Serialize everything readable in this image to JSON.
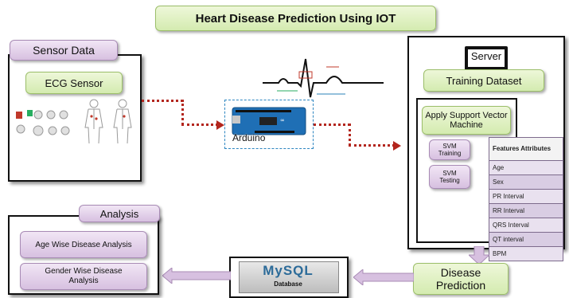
{
  "title": "Heart Disease Prediction Using IOT",
  "sensor": {
    "tab": "Sensor Data",
    "ecg": "ECG Sensor"
  },
  "arduino": {
    "label": "Arduino"
  },
  "server": {
    "label": "Server",
    "training_dataset": "Training Dataset",
    "svm": "Apply Support Vector Machine",
    "svm_training": "SVM Training",
    "svm_testing": "SVM Testing",
    "features_header": "Features Attributes",
    "features": [
      "Age",
      "Sex",
      "PR Interval",
      "RR Interval",
      "QRS Interval",
      "QT interval",
      "BPM"
    ]
  },
  "prediction": "Disease Prediction",
  "database": {
    "logo": "MySQL",
    "label": "Database"
  },
  "analysis": {
    "tab": "Analysis",
    "age": "Age Wise Disease Analysis",
    "gender": "Gender Wise Disease Analysis"
  },
  "colors": {
    "green": "#d4ebb0",
    "purple": "#d7c0e0",
    "arrow_red": "#b3261e"
  }
}
